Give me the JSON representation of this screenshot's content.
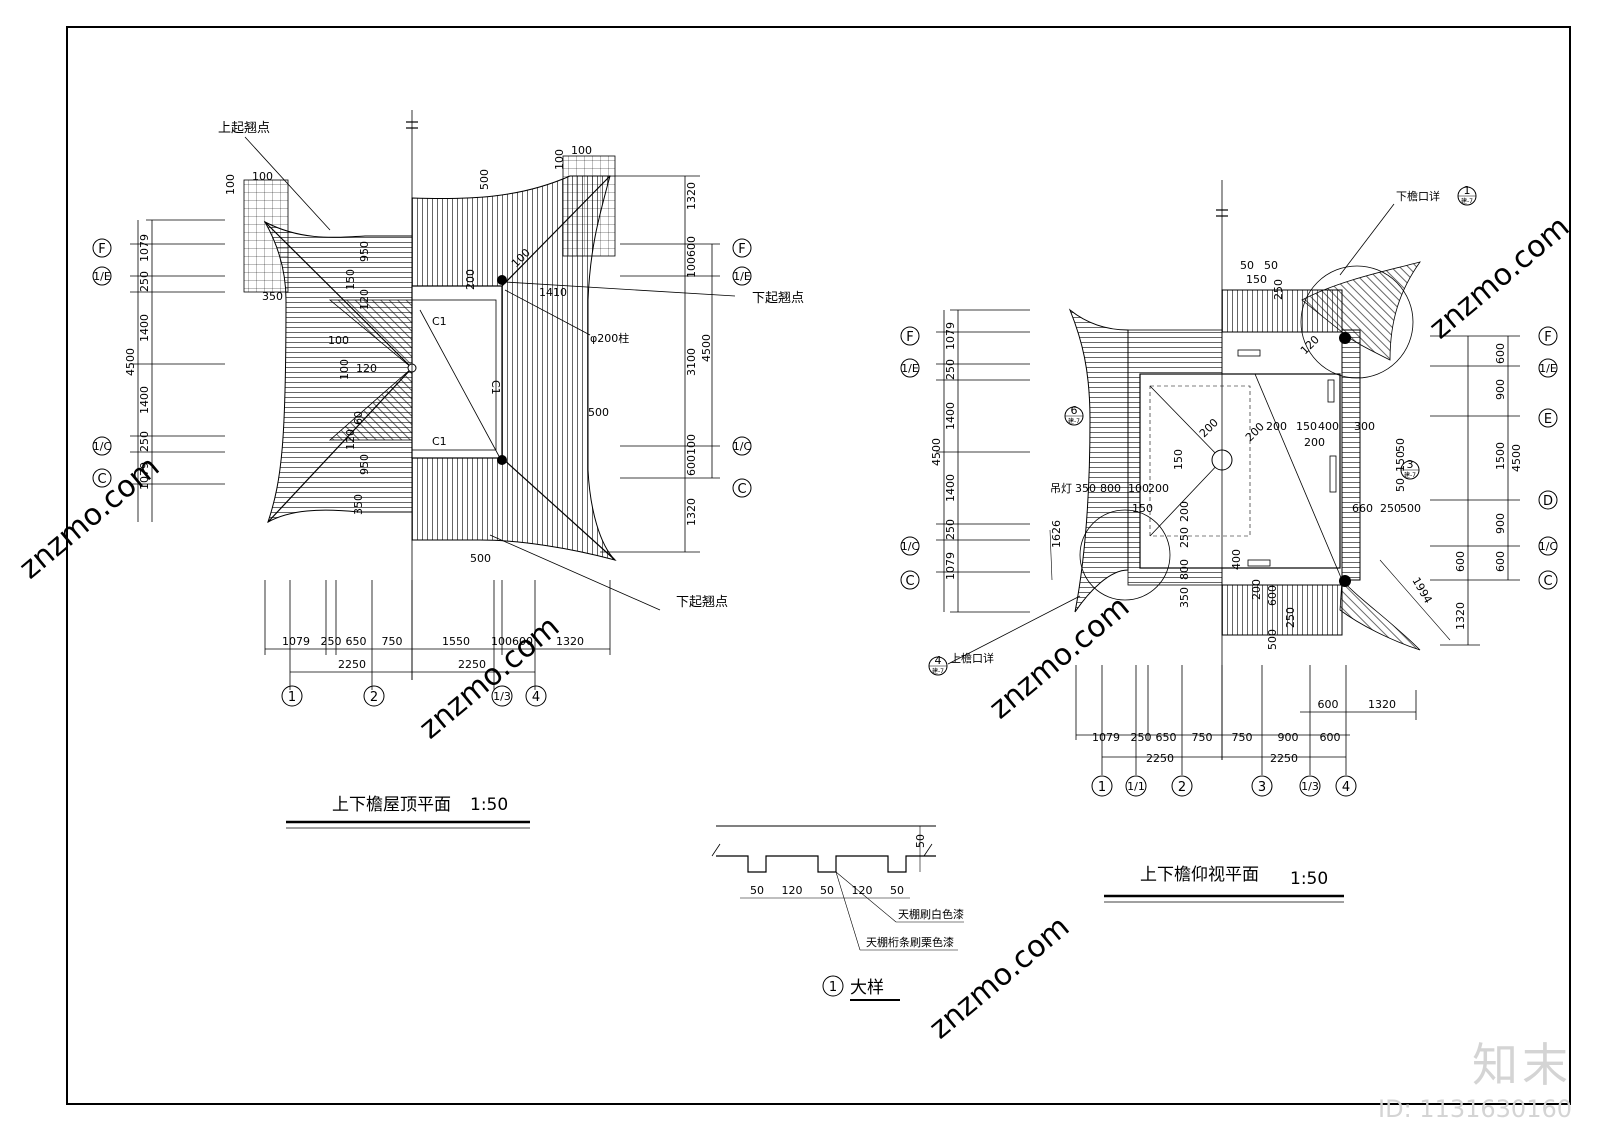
{
  "left_plan": {
    "title": "上下檐屋顶平面",
    "scale": "1:50",
    "labels": {
      "up_point": "上起翘点",
      "down_point_1": "下起翘点",
      "down_point_2": "下起翘点",
      "col": "φ200柱",
      "c1a": "C1",
      "c1b": "C1",
      "c1c": "C1"
    },
    "top_dims": [
      "100",
      "100",
      "100",
      "100"
    ],
    "inner_dims": [
      "350",
      "950",
      "150",
      "120",
      "100",
      "120",
      "100",
      "60",
      "120",
      "60",
      "950",
      "350",
      "200",
      "120",
      "100",
      "350",
      "1410",
      "500",
      "500"
    ],
    "left_v_dims": [
      "1079",
      "250",
      "1400",
      "4500",
      "1400",
      "250",
      "1079"
    ],
    "right_v_dims": [
      "1320",
      "100600",
      "3100",
      "4500",
      "600100",
      "1320"
    ],
    "bottom_dims": [
      "1079",
      "250",
      "650",
      "750",
      "1550",
      "100600",
      "1320"
    ],
    "bottom_totals": [
      "2250",
      "2250"
    ],
    "axes_left": [
      "F",
      "1/E",
      "1/C",
      "C"
    ],
    "axes_right": [
      "F",
      "1/E",
      "1/C",
      "C"
    ],
    "axes_bottom": [
      "1",
      "2",
      "1/3",
      "4"
    ]
  },
  "right_plan": {
    "title": "上下檐仰视平面",
    "scale": "1:50",
    "labels": {
      "lamp": "吊灯",
      "lower_eave": "下檐口详",
      "upper_eave": "上檐口详",
      "ref_a": "1",
      "ref_a_sheet": "建-7",
      "ref_b": "3",
      "ref_b_sheet": "建-7",
      "ref_c": "6",
      "ref_c_sheet": "建-7",
      "ref_d": "4",
      "ref_d_sheet": "建-7"
    },
    "top_dims": [
      "50",
      "50",
      "150",
      "250"
    ],
    "inner_dims": [
      "200",
      "150",
      "400",
      "300",
      "200",
      "200",
      "200",
      "150",
      "350",
      "800",
      "100",
      "200",
      "150",
      "200",
      "250",
      "800",
      "350",
      "200",
      "400",
      "200",
      "400",
      "600",
      "250",
      "500",
      "50",
      "150",
      "50",
      "660",
      "250",
      "500",
      "120",
      "1626",
      "1994",
      "250"
    ],
    "left_v_dims": [
      "1079",
      "250",
      "1400",
      "4500",
      "1400",
      "250",
      "1079"
    ],
    "right_v_dims": [
      "600",
      "900",
      "1500",
      "4500",
      "900",
      "600",
      "600",
      "1320"
    ],
    "bottom_dims": [
      "1079",
      "250",
      "650",
      "750",
      "750",
      "900",
      "600"
    ],
    "bottom_extra": [
      "600",
      "1320"
    ],
    "bottom_totals": [
      "2250",
      "2250"
    ],
    "axes_left": [
      "F",
      "1/E",
      "1/C",
      "C"
    ],
    "axes_right": [
      "F",
      "1/E",
      "E",
      "D",
      "1/C",
      "C"
    ],
    "axes_bottom": [
      "1",
      "1/1",
      "2",
      "3",
      "1/3",
      "4"
    ]
  },
  "detail": {
    "title": "大样",
    "number": "1",
    "dims": [
      "50",
      "120",
      "50",
      "120",
      "50"
    ],
    "dim_side": "50",
    "note1": "天棚刷白色漆",
    "note2": "天棚桁条刷栗色漆"
  },
  "watermark": {
    "brand": "知末",
    "id": "ID: 1131630160",
    "site": "znzmo.com"
  }
}
